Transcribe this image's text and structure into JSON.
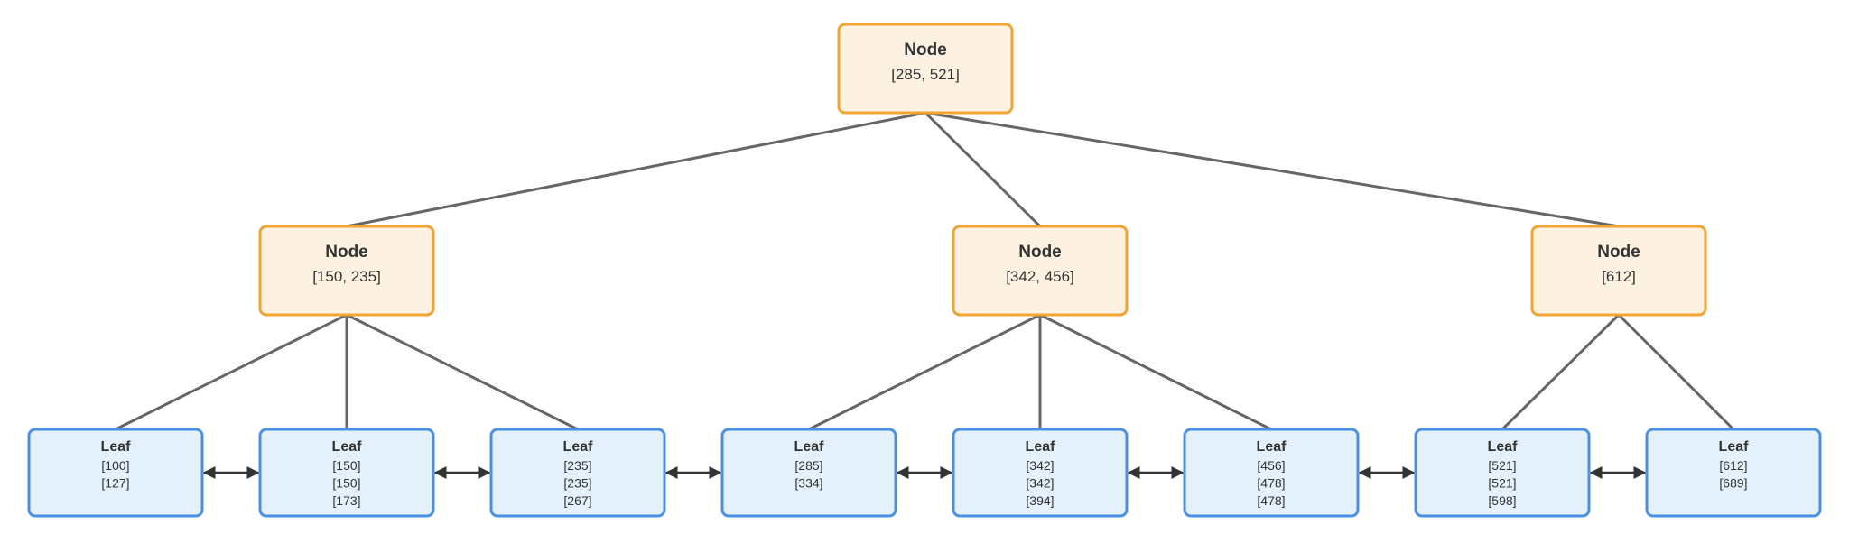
{
  "colors": {
    "internal_fill": "#fdf2e1",
    "internal_border": "#f0a434",
    "leaf_fill": "#e4f0fb",
    "leaf_border": "#4a90e2",
    "edge": "#666666",
    "sibling_arrow": "#333333",
    "text": "#333333"
  },
  "root": {
    "id": "root",
    "title": "Node",
    "keys": "[285, 521]"
  },
  "internal_nodes": [
    {
      "id": "n1",
      "title": "Node",
      "keys": "[150, 235]"
    },
    {
      "id": "n2",
      "title": "Node",
      "keys": "[342, 456]"
    },
    {
      "id": "n3",
      "title": "Node",
      "keys": "[612]"
    }
  ],
  "leaves": [
    {
      "id": "l1",
      "parent": "n1",
      "title": "Leaf",
      "keys": [
        "[100]",
        "[127]"
      ]
    },
    {
      "id": "l2",
      "parent": "n1",
      "title": "Leaf",
      "keys": [
        "[150]",
        "[150]",
        "[173]"
      ]
    },
    {
      "id": "l3",
      "parent": "n1",
      "title": "Leaf",
      "keys": [
        "[235]",
        "[235]",
        "[267]"
      ]
    },
    {
      "id": "l4",
      "parent": "n2",
      "title": "Leaf",
      "keys": [
        "[285]",
        "[334]"
      ]
    },
    {
      "id": "l5",
      "parent": "n2",
      "title": "Leaf",
      "keys": [
        "[342]",
        "[342]",
        "[394]"
      ]
    },
    {
      "id": "l6",
      "parent": "n2",
      "title": "Leaf",
      "keys": [
        "[456]",
        "[478]",
        "[478]"
      ]
    },
    {
      "id": "l7",
      "parent": "n3",
      "title": "Leaf",
      "keys": [
        "[521]",
        "[521]",
        "[598]"
      ]
    },
    {
      "id": "l8",
      "parent": "n3",
      "title": "Leaf",
      "keys": [
        "[612]",
        "[689]"
      ]
    }
  ]
}
